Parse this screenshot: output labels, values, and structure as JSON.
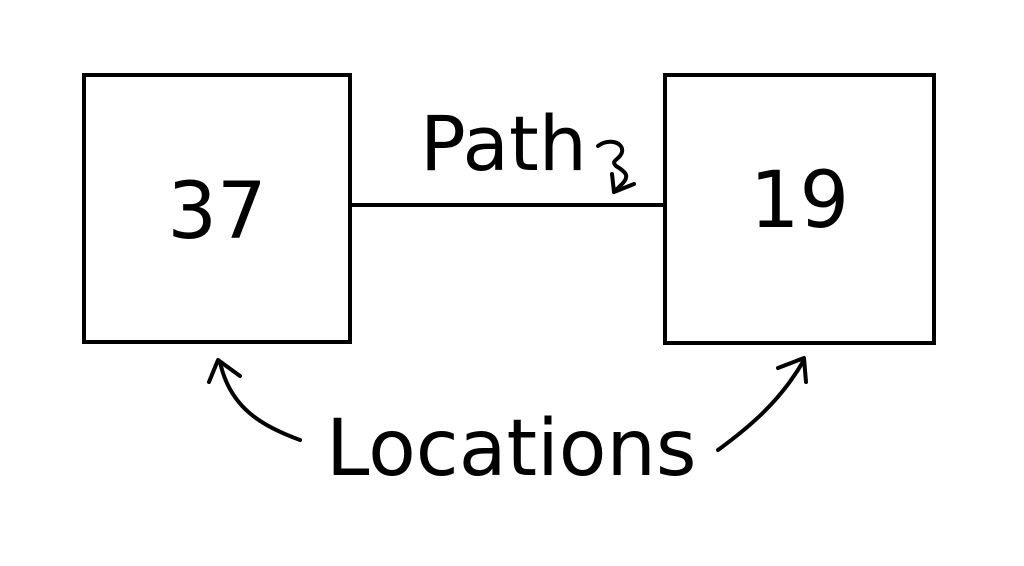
{
  "diagram": {
    "nodes": [
      {
        "id": "left",
        "label": "37"
      },
      {
        "id": "right",
        "label": "19"
      }
    ],
    "edge": {
      "from": "left",
      "to": "right",
      "label": "Path"
    },
    "annotation": {
      "label": "Locations",
      "points_to": [
        "left",
        "right"
      ]
    },
    "colors": {
      "stroke": "#000000",
      "background": "#ffffff"
    }
  }
}
